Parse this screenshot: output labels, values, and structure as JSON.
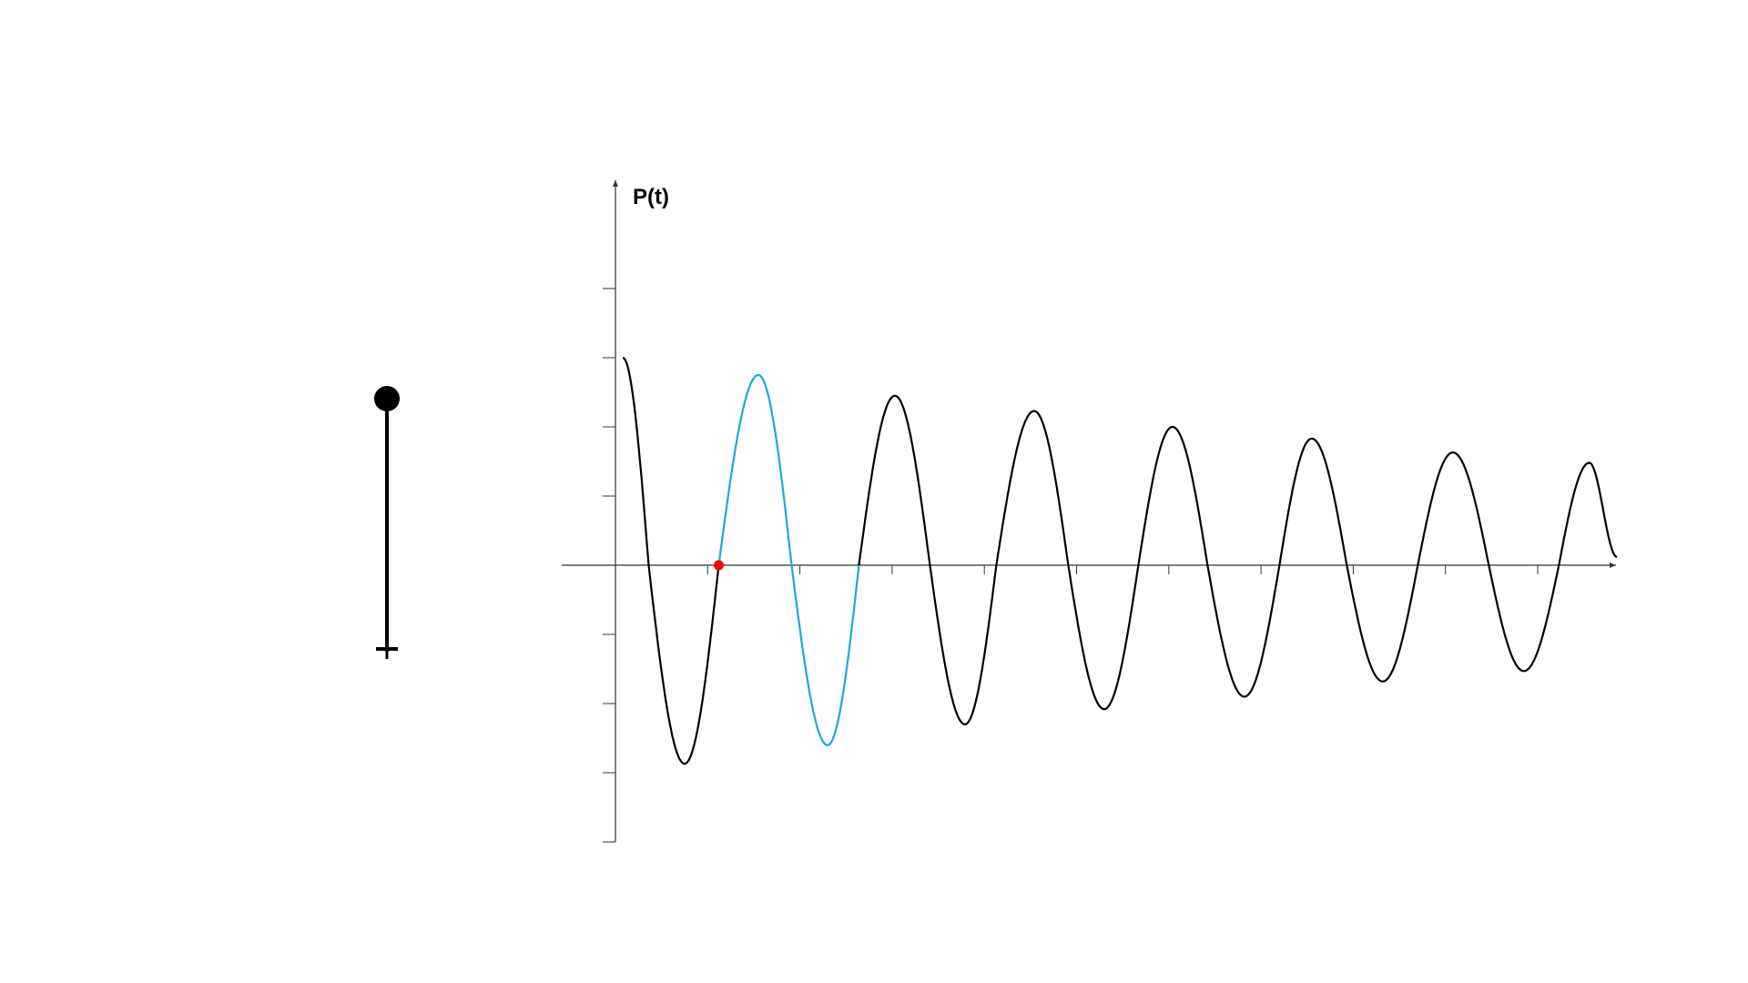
{
  "chart_data": {
    "type": "line",
    "title": "",
    "xlabel": "",
    "ylabel": "P(t)",
    "xlim": [
      0,
      11
    ],
    "ylim": [
      -4,
      5
    ],
    "x_ticks": [
      1,
      2,
      3,
      4,
      5,
      6,
      7,
      8,
      9,
      10
    ],
    "y_ticks": [
      -4,
      -3,
      -2,
      -1,
      1,
      2,
      3,
      4
    ],
    "grid": false,
    "legend": "none",
    "series": [
      {
        "color": "#000000",
        "points": [
          [
            0.08,
            3.0
          ],
          [
            0.36,
            0.0
          ],
          [
            0.75,
            -2.87
          ],
          [
            1.12,
            0.0
          ],
          [
            1.55,
            2.75
          ],
          [
            1.91,
            0.0
          ],
          [
            2.3,
            -2.6
          ],
          [
            2.64,
            0.0
          ],
          [
            3.03,
            2.45
          ],
          [
            3.41,
            0.0
          ],
          [
            3.79,
            -2.3
          ],
          [
            4.13,
            0.0
          ],
          [
            4.54,
            2.23
          ],
          [
            4.91,
            0.0
          ],
          [
            5.3,
            -2.08
          ],
          [
            5.67,
            0.0
          ],
          [
            6.04,
            2.0
          ],
          [
            6.42,
            0.0
          ],
          [
            6.82,
            -1.9
          ],
          [
            7.2,
            0.0
          ],
          [
            7.55,
            1.83
          ],
          [
            7.93,
            0.0
          ],
          [
            8.32,
            -1.68
          ],
          [
            8.7,
            0.0
          ],
          [
            9.08,
            1.63
          ],
          [
            9.47,
            0.0
          ],
          [
            9.85,
            -1.53
          ],
          [
            10.23,
            0.0
          ],
          [
            10.56,
            1.48
          ],
          [
            10.86,
            0.12
          ]
        ]
      }
    ],
    "highlight": {
      "color": "#1aa7e0",
      "x_range": [
        1.12,
        2.64
      ]
    },
    "marker": {
      "x": 1.12,
      "y": 0.0,
      "color": "#ff0000"
    }
  },
  "pendulum": {
    "color": "#000000"
  }
}
